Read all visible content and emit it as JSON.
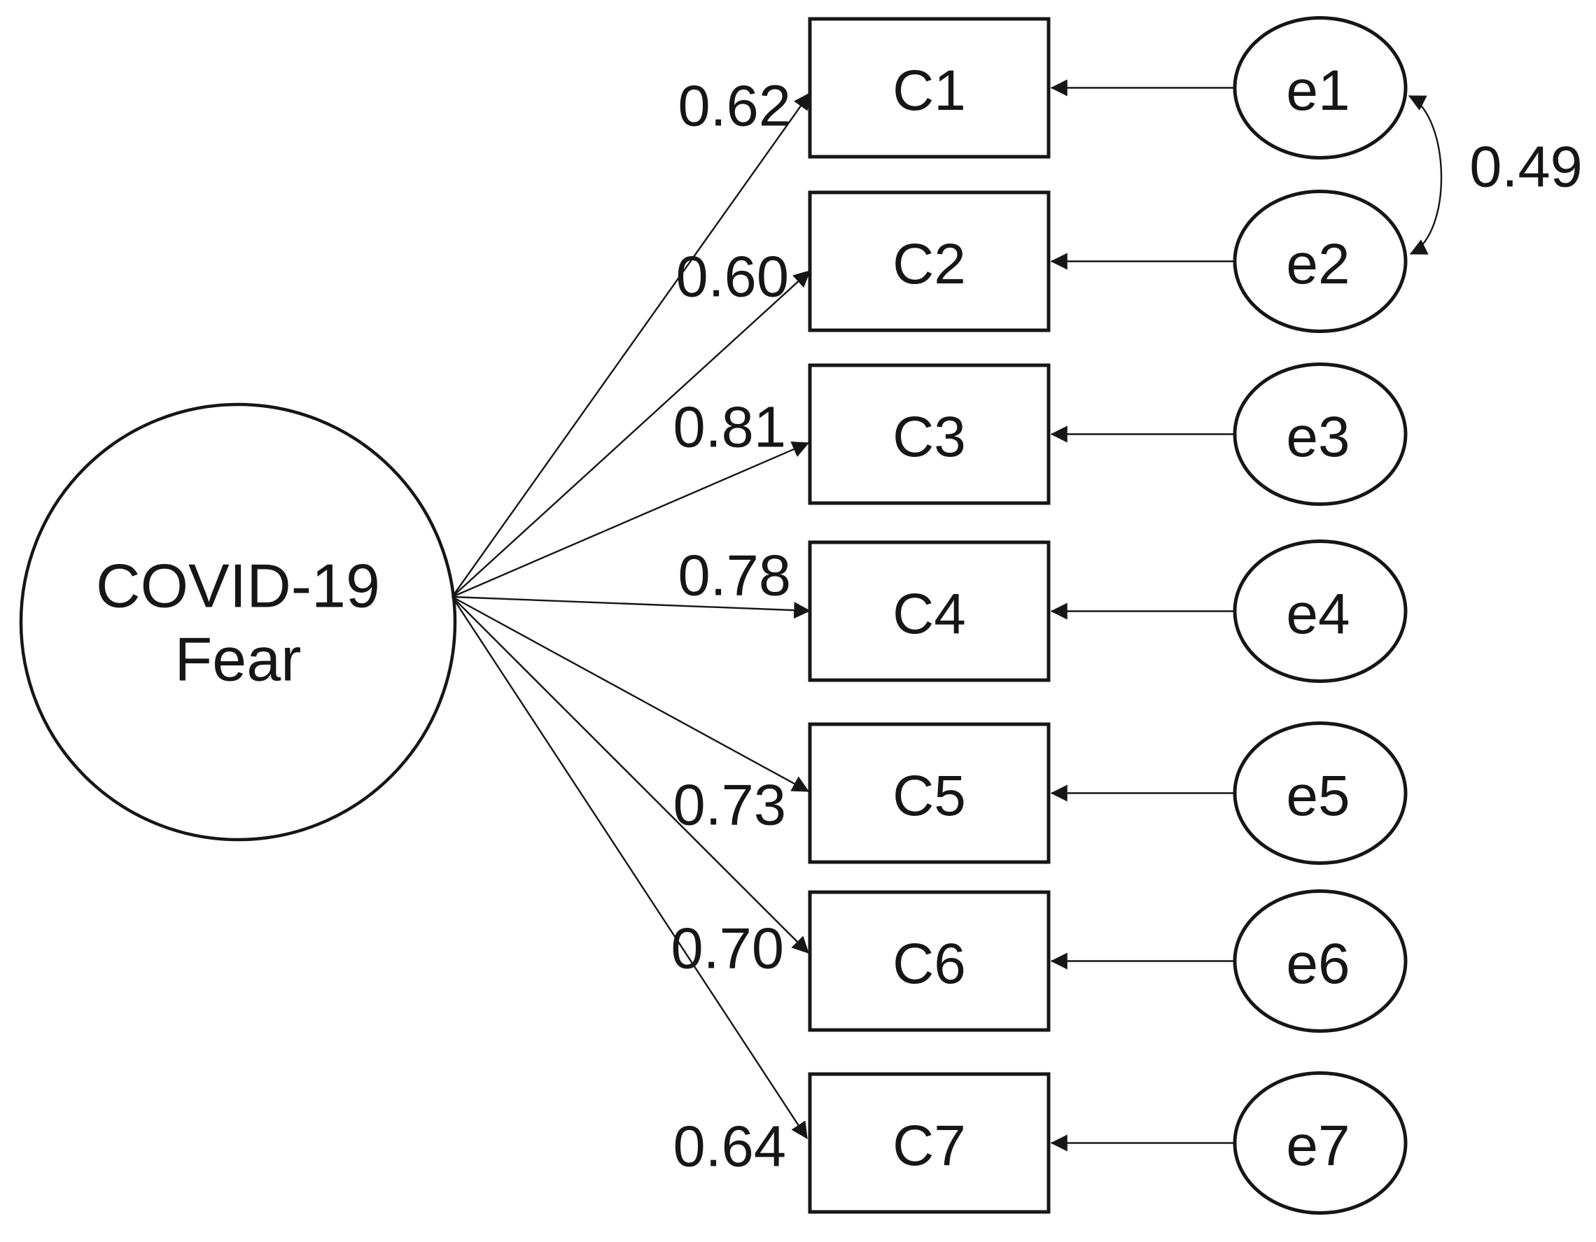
{
  "diagram": {
    "type": "confirmatory-factor-analysis-path-diagram",
    "latent": {
      "label": "COVID-19 Fear",
      "lines": [
        "COVID-19",
        "Fear"
      ]
    },
    "indicators": [
      {
        "name": "C1",
        "loading": "0.62",
        "error": "e1"
      },
      {
        "name": "C2",
        "loading": "0.60",
        "error": "e2"
      },
      {
        "name": "C3",
        "loading": "0.81",
        "error": "e3"
      },
      {
        "name": "C4",
        "loading": "0.78",
        "error": "e4"
      },
      {
        "name": "C5",
        "loading": "0.73",
        "error": "e5"
      },
      {
        "name": "C6",
        "loading": "0.70",
        "error": "e6"
      },
      {
        "name": "C7",
        "loading": "0.64",
        "error": "e7"
      }
    ],
    "edges": {
      "loading_direction": "latent-to-indicator",
      "error_direction": "error-to-indicator"
    },
    "error_covariance": {
      "between": [
        "e1",
        "e2"
      ],
      "value": "0.49"
    },
    "colors": {
      "stroke": "#161616",
      "background": "#ffffff",
      "text": "#161616"
    }
  }
}
